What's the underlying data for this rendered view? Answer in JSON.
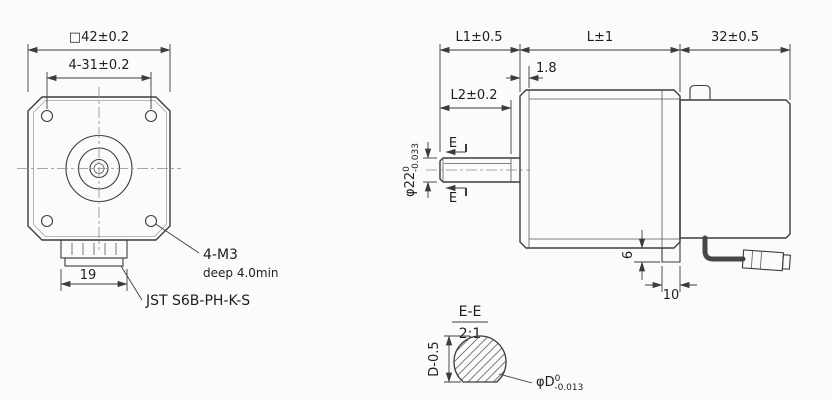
{
  "colors": {
    "background": "#fbfbfb",
    "line": "#3c3c3c",
    "text": "#1e1e1e"
  },
  "front_view": {
    "dim_outer_square": "□42±0.2",
    "dim_hole_spacing": "4-31±0.2",
    "label_mounting_holes": "4-M3",
    "label_hole_depth": "deep 4.0min",
    "dim_connector_width": "19",
    "label_connector": "JST S6B-PH-K-S"
  },
  "side_view": {
    "dim_shaft_length": "L1±0.5",
    "dim_body_length": "L±1",
    "dim_rear_length": "32±0.5",
    "dim_front_plate": "1.8",
    "dim_flat_length": "L2±0.2",
    "dim_pilot_diameter": "φ22",
    "dim_pilot_tol_upper": "0",
    "dim_pilot_tol_lower": "-0.033",
    "section_mark_top": "E",
    "section_mark_bottom": "E",
    "dim_step_height": "6",
    "dim_step_width": "10"
  },
  "section_view": {
    "title": "E-E",
    "scale": "2:1",
    "dim_across_flat": "D-0.5",
    "dim_shaft_diameter": "φD",
    "dim_shaft_tol_upper": "0",
    "dim_shaft_tol_lower": "-0.013"
  }
}
